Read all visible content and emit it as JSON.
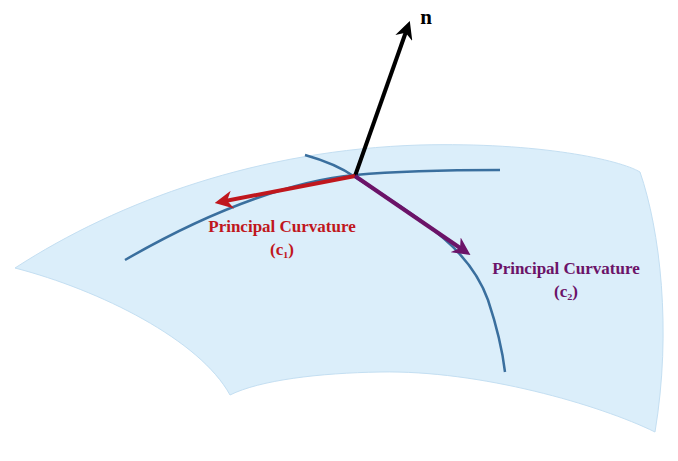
{
  "diagram": {
    "labels": [
      "n",
      "Principal Curvature (c₁)",
      "Principal Curvature (c₂)"
    ]
  }
}
